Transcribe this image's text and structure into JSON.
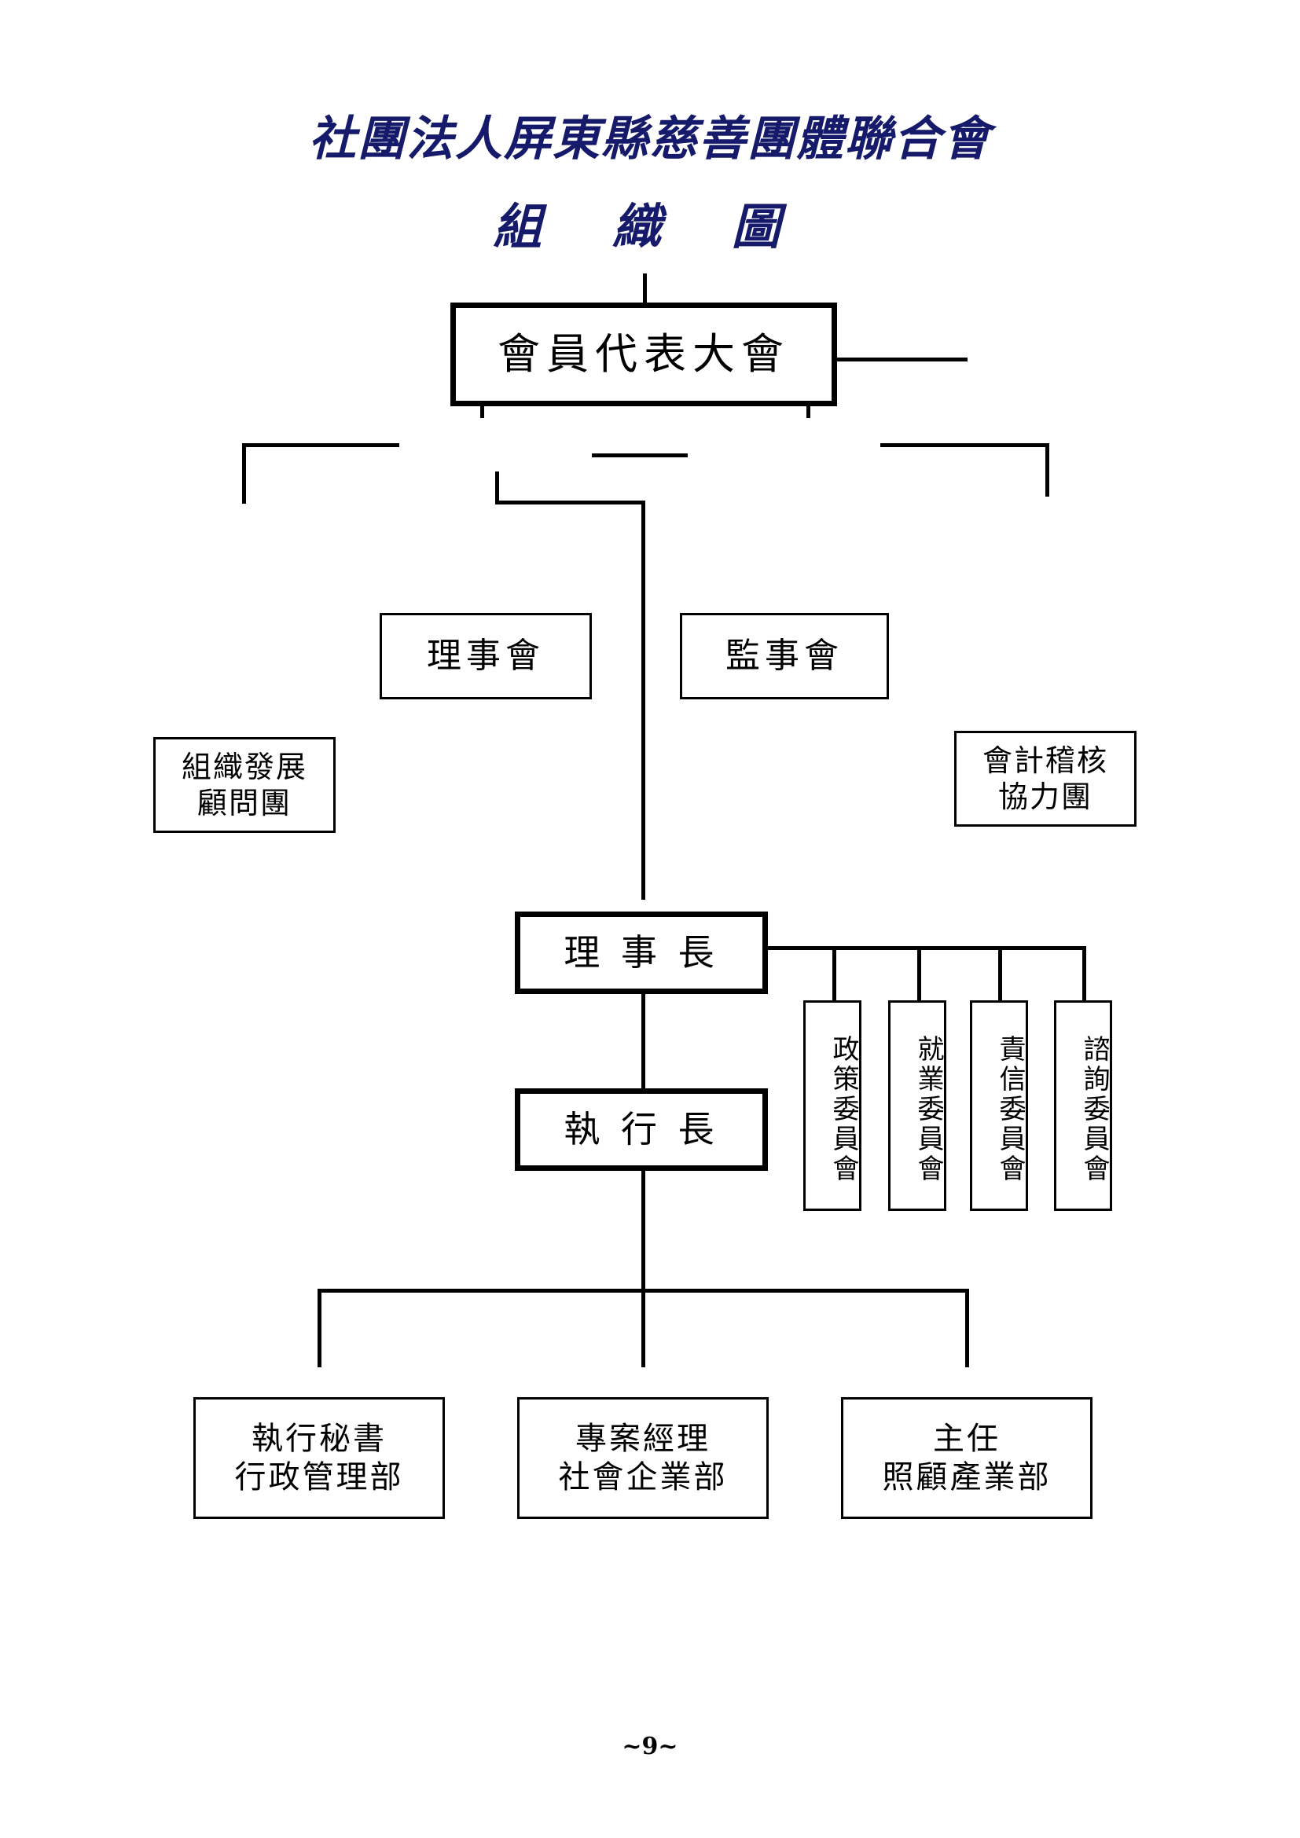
{
  "document": {
    "title_main": "社團法人屏東縣慈善團體聯合會",
    "title_sub": "組 織 圖",
    "page_footer": "~9~",
    "colors": {
      "title": "#151a6a",
      "box_border": "#000000",
      "box_fill": "#ffffff",
      "text": "#000000",
      "page_background": "#ffffff"
    }
  },
  "chart_data": {
    "type": "org-chart",
    "title": "社團法人屏東縣慈善團體聯合會 組 織 圖",
    "nodes": [
      {
        "id": "assembly",
        "label": "會員代表大會",
        "level": 0,
        "emphasis": "heavy"
      },
      {
        "id": "board",
        "label": "理事會",
        "level": 1,
        "emphasis": "normal"
      },
      {
        "id": "supervisor",
        "label": "監事會",
        "level": 1,
        "emphasis": "normal"
      },
      {
        "id": "orgdev",
        "label": "組織發展\n顧問團",
        "level": 2,
        "emphasis": "normal"
      },
      {
        "id": "audit",
        "label": "會計稽核\n協力團",
        "level": 2,
        "emphasis": "normal"
      },
      {
        "id": "chairman",
        "label": "理 事 長",
        "level": 3,
        "emphasis": "heavy"
      },
      {
        "id": "policy",
        "label": "政策委員會",
        "level": 4,
        "emphasis": "normal",
        "orientation": "vertical"
      },
      {
        "id": "employment",
        "label": "就業委員會",
        "level": 4,
        "emphasis": "normal",
        "orientation": "vertical"
      },
      {
        "id": "accountab",
        "label": "責信委員會",
        "level": 4,
        "emphasis": "normal",
        "orientation": "vertical"
      },
      {
        "id": "advisory",
        "label": "諮詢委員會",
        "level": 4,
        "emphasis": "normal",
        "orientation": "vertical"
      },
      {
        "id": "ceo",
        "label": "執 行 長",
        "level": 5,
        "emphasis": "heavy"
      },
      {
        "id": "admin",
        "label": "執行秘書\n行政管理部",
        "level": 6,
        "emphasis": "normal"
      },
      {
        "id": "social",
        "label": "專案經理\n社會企業部",
        "level": 6,
        "emphasis": "normal"
      },
      {
        "id": "care",
        "label": "主任\n照顧產業部",
        "level": 6,
        "emphasis": "normal"
      }
    ],
    "edges": [
      {
        "from": "assembly",
        "to": "board"
      },
      {
        "from": "assembly",
        "to": "supervisor"
      },
      {
        "from": "board",
        "to": "supervisor",
        "style": "sibling-link"
      },
      {
        "from": "board",
        "to": "orgdev"
      },
      {
        "from": "supervisor",
        "to": "audit"
      },
      {
        "from": "board",
        "to": "chairman"
      },
      {
        "from": "chairman",
        "to": "policy"
      },
      {
        "from": "chairman",
        "to": "employment"
      },
      {
        "from": "chairman",
        "to": "accountab"
      },
      {
        "from": "chairman",
        "to": "advisory"
      },
      {
        "from": "chairman",
        "to": "ceo"
      },
      {
        "from": "ceo",
        "to": "admin"
      },
      {
        "from": "ceo",
        "to": "social"
      },
      {
        "from": "ceo",
        "to": "care"
      }
    ]
  },
  "nodes": {
    "assembly": {
      "label": "會員代表大會"
    },
    "board": {
      "label": "理事會"
    },
    "supervisor": {
      "label": "監事會"
    },
    "orgdev": {
      "line1": "組織發展",
      "line2": "顧問團"
    },
    "audit": {
      "line1": "會計稽核",
      "line2": "協力團"
    },
    "chairman": {
      "label": "理 事 長"
    },
    "policy": {
      "label": "政策委員會"
    },
    "employment": {
      "label": "就業委員會"
    },
    "accountab": {
      "label": "責信委員會"
    },
    "advisory": {
      "label": "諮詢委員會"
    },
    "ceo": {
      "label": "執 行 長"
    },
    "admin": {
      "line1": "執行秘書",
      "line2": "行政管理部"
    },
    "social": {
      "line1": "專案經理",
      "line2": "社會企業部"
    },
    "care": {
      "line1": "主任",
      "line2": "照顧產業部"
    }
  }
}
